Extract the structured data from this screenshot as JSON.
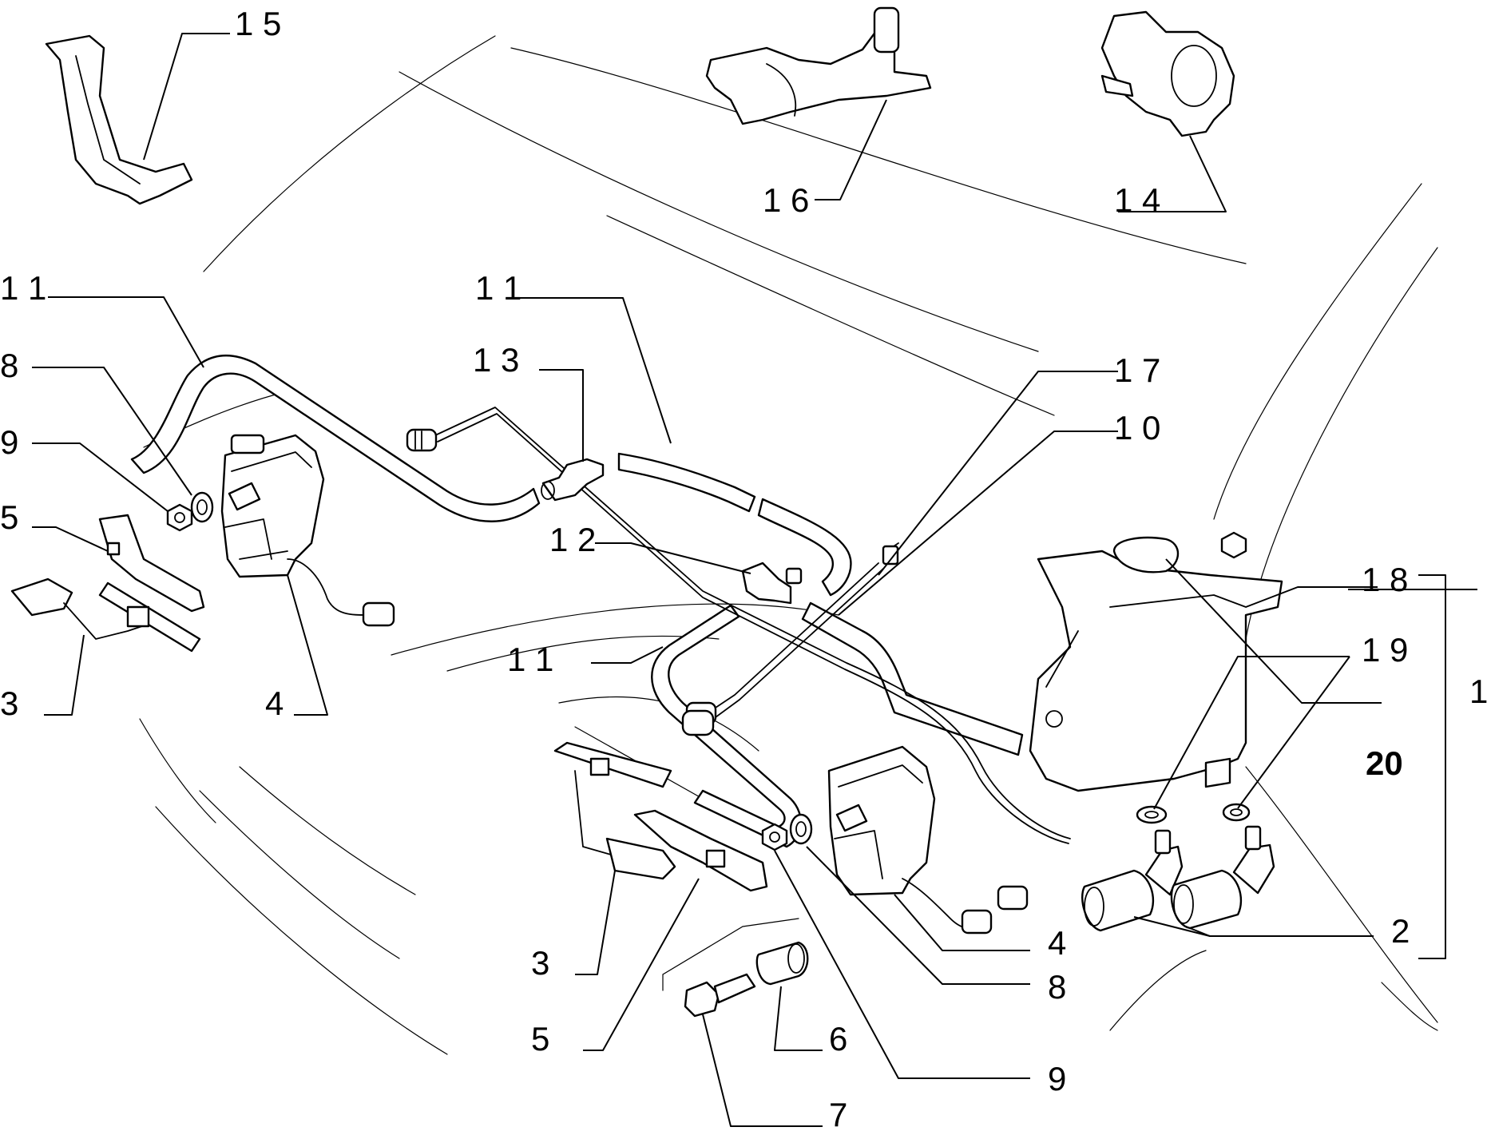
{
  "callouts": {
    "c15": "1 5",
    "c16": "1 6",
    "c14": "1 4",
    "c11a": "1 1",
    "c11b": "1 1",
    "c11c": "1 1",
    "c13": "1 3",
    "c17": "1 7",
    "c10": "1 0",
    "c12": "1 2",
    "c18": "1 8",
    "c19": "1 9",
    "c1": "1",
    "c20": "20",
    "c2": "2",
    "c8a": "8",
    "c9a": "9",
    "c5a": "5",
    "c3a": "3",
    "c4a": "4",
    "c4b": "4",
    "c8b": "8",
    "c3b": "3",
    "c5b": "5",
    "c6": "6",
    "c9b": "9",
    "c7": "7"
  },
  "colors": {
    "ink": "#000000",
    "paper": "#ffffff"
  }
}
